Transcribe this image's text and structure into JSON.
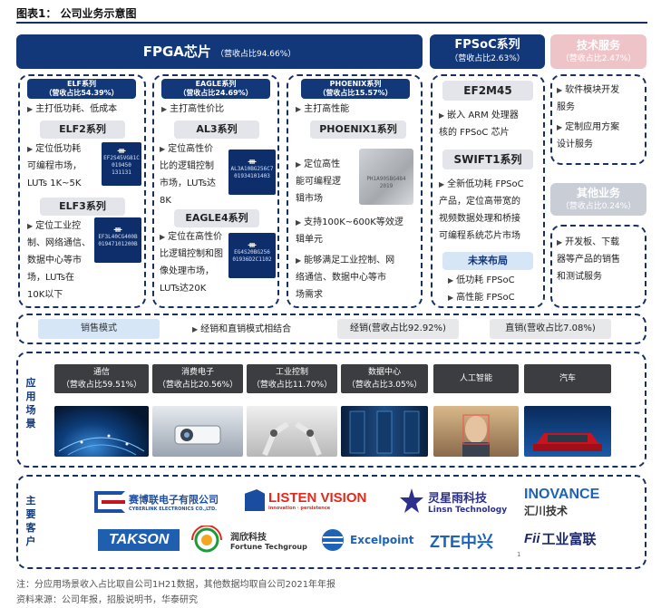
{
  "figure_title": "图表1：  公司业务示意图",
  "fpga": {
    "title": "FPGA芯片",
    "share": "（营收占比94.66%）"
  },
  "fpsoc": {
    "title": "FPSoC系列",
    "share": "（营收占比2.63%）"
  },
  "tech": {
    "title": "技术服务",
    "share": "（营收占比2.47%）"
  },
  "other": {
    "title": "其他业务",
    "share": "（营收占比0.24%）"
  },
  "elf": {
    "title": "ELF系列",
    "share": "（营收占比54.39%）",
    "positioning": "主打低功耗、低成本",
    "elf2": {
      "title": "ELF2系列",
      "line1": "定位低功耗",
      "line2": "可编程市场，",
      "line3": "LUTs 1K~5K",
      "chip_logo": "ᚒ",
      "chip_l1": "EF2S45VG81C",
      "chip_l2": "019450",
      "chip_l3": "131131"
    },
    "elf3": {
      "title": "ELF3系列",
      "line1": "定位工业控",
      "line2": "制、网络通信、",
      "line3": "数据中心等市",
      "line4": "场，LUTs在",
      "line5": "10K以下",
      "chip_logo": "ᚒ",
      "chip_l1": "EF3L40CG400B",
      "chip_l2": "01947101200B"
    }
  },
  "eagle": {
    "title": "EAGLE系列",
    "share": "（营收占比24.69%）",
    "positioning": "主打高性价比",
    "al3": {
      "title": "AL3系列",
      "line1": "定位高性价",
      "line2": "比的逻辑控制",
      "line3": "市场，LUTs达",
      "line4": "8K",
      "chip_logo": "ᚒ",
      "chip_l1": "AL3A10BG256C7",
      "chip_l2": "01934101403"
    },
    "eagle4": {
      "title": "EAGLE4系列",
      "line1": "定位在高性价",
      "line2": "比逻辑控制和图",
      "line3": "像处理市场，",
      "line4": "LUTs达20K",
      "chip_logo": "ᚒ",
      "chip_l1": "EG4S20BG256",
      "chip_l2": "01936D2C1102"
    }
  },
  "phoenix": {
    "title": "PHOENIX系列",
    "share": "（营收占比15.57%）",
    "positioning": "主打高性能",
    "px1": {
      "title": "PHOENIX1系列",
      "line1": "定位高性",
      "line2": "能可编程逻",
      "line3": "辑市场",
      "chip_l1": "PH1A90SBG484",
      "chip_l2": "2019"
    },
    "b1a": "支持100K~600K等效逻",
    "b1b": "辑单元",
    "b2a": "能够满足工业控制、网",
    "b2b": "络通信、数据中心等市",
    "b2c": "场需求"
  },
  "fpsoc_detail": {
    "ef2m45": "EF2M45",
    "ef2m45_a": "嵌入 ARM 处理器",
    "ef2m45_b": "核的 FPSoC 芯片",
    "swift1": "SWIFT1系列",
    "swift1_a": "全新低功耗 FPSoC",
    "swift1_b": "产品，定位高带宽的",
    "swift1_c": "视频数据处理和桥接",
    "swift1_d": "可编程系统芯片市场",
    "future": "未来布局",
    "future_a": "低功耗 FPSoC",
    "future_b": "高性能 FPSoC"
  },
  "tech_detail": {
    "a1": "软件模块开发",
    "a2": "服务",
    "b1": "定制应用方案",
    "b2": "设计服务"
  },
  "other_detail": {
    "a1": "开发板、下载",
    "a2": "器等产品的销售",
    "a3": "和测试服务"
  },
  "sales": {
    "label": "销售模式",
    "desc": "经销和直销模式相结合",
    "distributor": "经销(营收占比92.92%)",
    "direct": "直销(营收占比7.08%)"
  },
  "apps": {
    "label": "应用场景",
    "items": [
      {
        "name": "通信",
        "share": "（营收占比59.51%）"
      },
      {
        "name": "消费电子",
        "share": "（营收占比20.56%）"
      },
      {
        "name": "工业控制",
        "share": "（营收占比11.70%）"
      },
      {
        "name": "数据中心",
        "share": "（营收占比3.05%）"
      },
      {
        "name": "人工智能",
        "share": ""
      },
      {
        "name": "汽车",
        "share": ""
      }
    ]
  },
  "customers": {
    "label": "主要客户",
    "cyberlink_cn": "赛博联电子有限公司",
    "cyberlink_en": "CYBERLINK ELECTRONICS CO.,LTD.",
    "listen": "LISTEN VISION",
    "listen_sub": "innovation · persistence",
    "linsn_cn": "灵星雨科技",
    "linsn_en": "Linsn Technology",
    "inovance_en": "INOVANCE",
    "inovance_cn": "汇川技术",
    "takson": "TAKSON",
    "fortune_cn": "润欣科技",
    "fortune_en": "Fortune Techgroup",
    "excelpoint": "Excelpoint",
    "zte": "ZTE中兴",
    "fii": "工业富联",
    "fii_prefix": "Fii",
    "page_num": "1"
  },
  "notes": {
    "note": "注：分应用场景收入占比取自公司1H21数据，其他数据均取自公司2021年年报",
    "source": "资料来源：公司年报，招股说明书，华泰研究"
  }
}
